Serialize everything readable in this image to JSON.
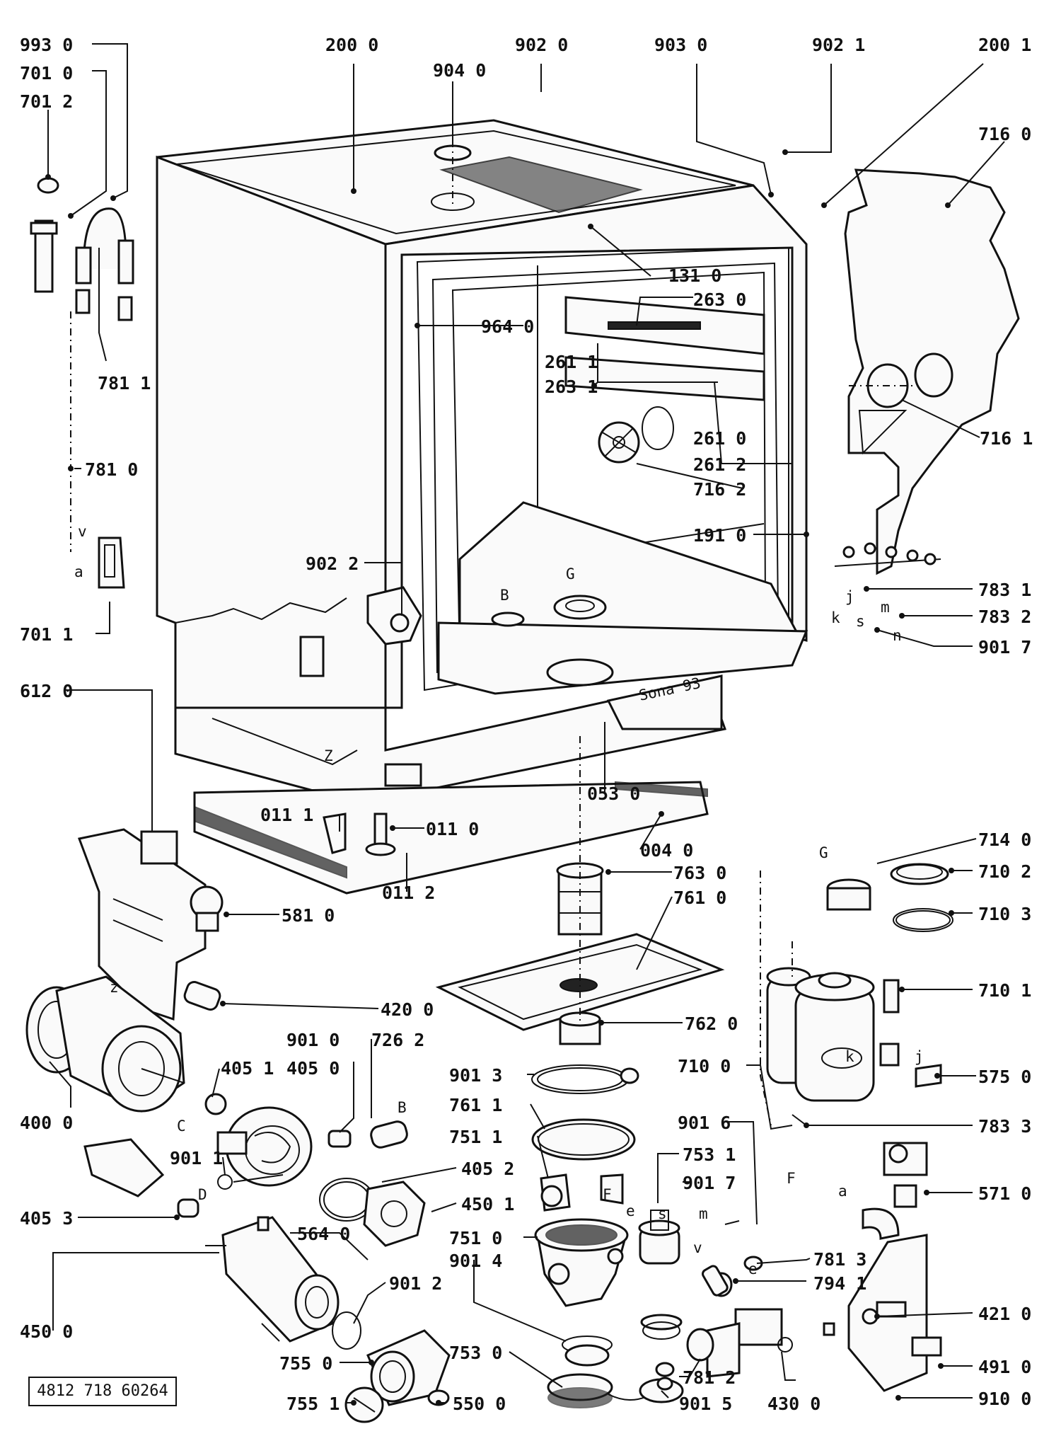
{
  "diagram": {
    "catalog_number": "4812 718 60264",
    "callouts": [
      {
        "id": "c-993-0",
        "text": "993 0"
      },
      {
        "id": "c-701-0",
        "text": "701 0"
      },
      {
        "id": "c-701-2",
        "text": "701 2"
      },
      {
        "id": "c-200-0",
        "text": "200 0"
      },
      {
        "id": "c-902-0",
        "text": "902 0"
      },
      {
        "id": "c-903-0",
        "text": "903 0"
      },
      {
        "id": "c-902-1",
        "text": "902 1"
      },
      {
        "id": "c-200-1",
        "text": "200 1"
      },
      {
        "id": "c-904-0",
        "text": "904 0"
      },
      {
        "id": "c-716-0",
        "text": "716 0"
      },
      {
        "id": "c-131-0",
        "text": "131 0"
      },
      {
        "id": "c-263-0",
        "text": "263 0"
      },
      {
        "id": "c-964-0",
        "text": "964 0"
      },
      {
        "id": "c-261-1",
        "text": "261 1"
      },
      {
        "id": "c-263-1",
        "text": "263 1"
      },
      {
        "id": "c-781-1",
        "text": "781 1"
      },
      {
        "id": "c-716-1",
        "text": "716 1"
      },
      {
        "id": "c-261-0",
        "text": "261 0"
      },
      {
        "id": "c-261-2",
        "text": "261 2"
      },
      {
        "id": "c-716-2",
        "text": "716 2"
      },
      {
        "id": "c-781-0",
        "text": "781 0"
      },
      {
        "id": "c-191-0",
        "text": "191 0"
      },
      {
        "id": "c-902-2",
        "text": "902 2"
      },
      {
        "id": "c-783-1",
        "text": "783 1"
      },
      {
        "id": "c-783-2",
        "text": "783 2"
      },
      {
        "id": "c-901-7a",
        "text": "901 7"
      },
      {
        "id": "c-701-1",
        "text": "701 1"
      },
      {
        "id": "c-612-0",
        "text": "612 0"
      },
      {
        "id": "c-053-0",
        "text": "053 0"
      },
      {
        "id": "c-011-1",
        "text": "011 1"
      },
      {
        "id": "c-011-0",
        "text": "011 0"
      },
      {
        "id": "c-004-0",
        "text": "004 0"
      },
      {
        "id": "c-714-0",
        "text": "714 0"
      },
      {
        "id": "c-763-0",
        "text": "763 0"
      },
      {
        "id": "c-710-2",
        "text": "710 2"
      },
      {
        "id": "c-011-2",
        "text": "011 2"
      },
      {
        "id": "c-761-0",
        "text": "761 0"
      },
      {
        "id": "c-581-0",
        "text": "581 0"
      },
      {
        "id": "c-710-3",
        "text": "710 3"
      },
      {
        "id": "c-710-1",
        "text": "710 1"
      },
      {
        "id": "c-420-0",
        "text": "420 0"
      },
      {
        "id": "c-762-0",
        "text": "762 0"
      },
      {
        "id": "c-901-0",
        "text": "901 0"
      },
      {
        "id": "c-726-2",
        "text": "726 2"
      },
      {
        "id": "c-405-1",
        "text": "405 1"
      },
      {
        "id": "c-405-0",
        "text": "405 0"
      },
      {
        "id": "c-901-3",
        "text": "901 3"
      },
      {
        "id": "c-710-0",
        "text": "710 0"
      },
      {
        "id": "c-575-0",
        "text": "575 0"
      },
      {
        "id": "c-761-1",
        "text": "761 1"
      },
      {
        "id": "c-400-0",
        "text": "400 0"
      },
      {
        "id": "c-901-6",
        "text": "901 6"
      },
      {
        "id": "c-783-3",
        "text": "783 3"
      },
      {
        "id": "c-751-1",
        "text": "751 1"
      },
      {
        "id": "c-753-1",
        "text": "753 1"
      },
      {
        "id": "c-901-1",
        "text": "901 1"
      },
      {
        "id": "c-405-2",
        "text": "405 2"
      },
      {
        "id": "c-901-7b",
        "text": "901 7"
      },
      {
        "id": "c-571-0",
        "text": "571 0"
      },
      {
        "id": "c-450-1",
        "text": "450 1"
      },
      {
        "id": "c-405-3",
        "text": "405 3"
      },
      {
        "id": "c-751-0",
        "text": "751 0"
      },
      {
        "id": "c-564-0",
        "text": "564 0"
      },
      {
        "id": "c-781-3",
        "text": "781 3"
      },
      {
        "id": "c-901-4",
        "text": "901 4"
      },
      {
        "id": "c-794-1",
        "text": "794 1"
      },
      {
        "id": "c-901-2",
        "text": "901 2"
      },
      {
        "id": "c-421-0",
        "text": "421 0"
      },
      {
        "id": "c-450-0",
        "text": "450 0"
      },
      {
        "id": "c-755-0",
        "text": "755 0"
      },
      {
        "id": "c-753-0",
        "text": "753 0"
      },
      {
        "id": "c-781-2",
        "text": "781 2"
      },
      {
        "id": "c-491-0",
        "text": "491 0"
      },
      {
        "id": "c-755-1",
        "text": "755 1"
      },
      {
        "id": "c-550-0",
        "text": "550 0"
      },
      {
        "id": "c-901-5",
        "text": "901 5"
      },
      {
        "id": "c-430-0",
        "text": "430 0"
      },
      {
        "id": "c-910-0",
        "text": "910 0"
      }
    ],
    "letters": [
      {
        "id": "l-v1",
        "text": "v"
      },
      {
        "id": "l-a1",
        "text": "a"
      },
      {
        "id": "l-B1",
        "text": "B"
      },
      {
        "id": "l-G1",
        "text": "G"
      },
      {
        "id": "l-j1",
        "text": "j"
      },
      {
        "id": "l-s1",
        "text": "s"
      },
      {
        "id": "l-m1",
        "text": "m"
      },
      {
        "id": "l-k1",
        "text": "k"
      },
      {
        "id": "l-n1",
        "text": "n"
      },
      {
        "id": "l-Z1",
        "text": "Z"
      },
      {
        "id": "l-G2",
        "text": "G"
      },
      {
        "id": "l-z2",
        "text": "z"
      },
      {
        "id": "l-C1",
        "text": "C"
      },
      {
        "id": "l-B2",
        "text": "B"
      },
      {
        "id": "l-k2",
        "text": "k"
      },
      {
        "id": "l-j2",
        "text": "j"
      },
      {
        "id": "l-D1",
        "text": "D"
      },
      {
        "id": "l-F1",
        "text": "F"
      },
      {
        "id": "l-F2",
        "text": "F"
      },
      {
        "id": "l-e1",
        "text": "e"
      },
      {
        "id": "l-s2",
        "text": "s"
      },
      {
        "id": "l-m2",
        "text": "m"
      },
      {
        "id": "l-v2",
        "text": "v"
      },
      {
        "id": "l-e2",
        "text": "e"
      },
      {
        "id": "l-a2",
        "text": "a"
      }
    ],
    "stamp_text": "Sona 93"
  }
}
